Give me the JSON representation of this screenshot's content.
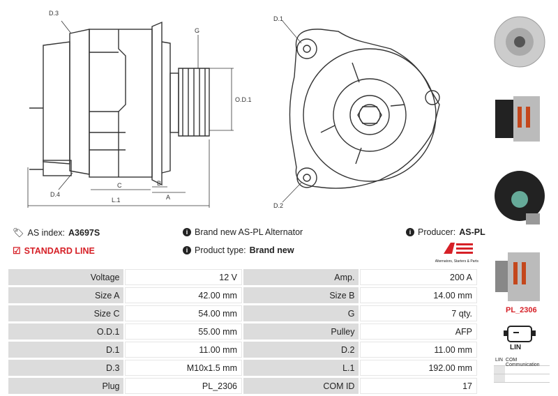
{
  "drawing_labels": {
    "d3": "D.3",
    "d4": "D.4",
    "g": "G",
    "od1": "O.D.1",
    "a": "A",
    "b": "B",
    "c": "C",
    "l1": "L.1",
    "d1": "D.1",
    "d2": "D.2"
  },
  "info": {
    "as_index_label": "AS index:",
    "as_index_value": "A3697S",
    "standard_line": "STANDARD LINE",
    "brand_label": "Brand new AS-PL Alternator",
    "product_type_label": "Product type:",
    "product_type_value": "Brand new",
    "producer_label": "Producer:",
    "producer_value": "AS-PL"
  },
  "logo": {
    "mark": "AS",
    "tagline": "Alternators, Starters & Parts"
  },
  "specs": [
    {
      "l1": "Voltage",
      "v1": "12 V",
      "l2": "Amp.",
      "v2": "200 A"
    },
    {
      "l1": "Size A",
      "v1": "42.00 mm",
      "l2": "Size B",
      "v2": "14.00 mm"
    },
    {
      "l1": "Size C",
      "v1": "54.00 mm",
      "l2": "G",
      "v2": "7 qty."
    },
    {
      "l1": "O.D.1",
      "v1": "55.00 mm",
      "l2": "Pulley",
      "v2": "AFP"
    },
    {
      "l1": "D.1",
      "v1": "11.00 mm",
      "l2": "D.2",
      "v2": "11.00 mm"
    },
    {
      "l1": "D.3",
      "v1": "M10x1.5 mm",
      "l2": "L.1",
      "v2": "192.00 mm"
    },
    {
      "l1": "Plug",
      "v1": "PL_2306",
      "l2": "COM ID",
      "v2": "17"
    }
  ],
  "plug": {
    "code": "PL_2306",
    "connector": "LIN",
    "pin_code": "LIN",
    "pin_desc": "COM Communication"
  },
  "colors": {
    "accent": "#d62027",
    "label_bg": "#dcdcdc"
  }
}
